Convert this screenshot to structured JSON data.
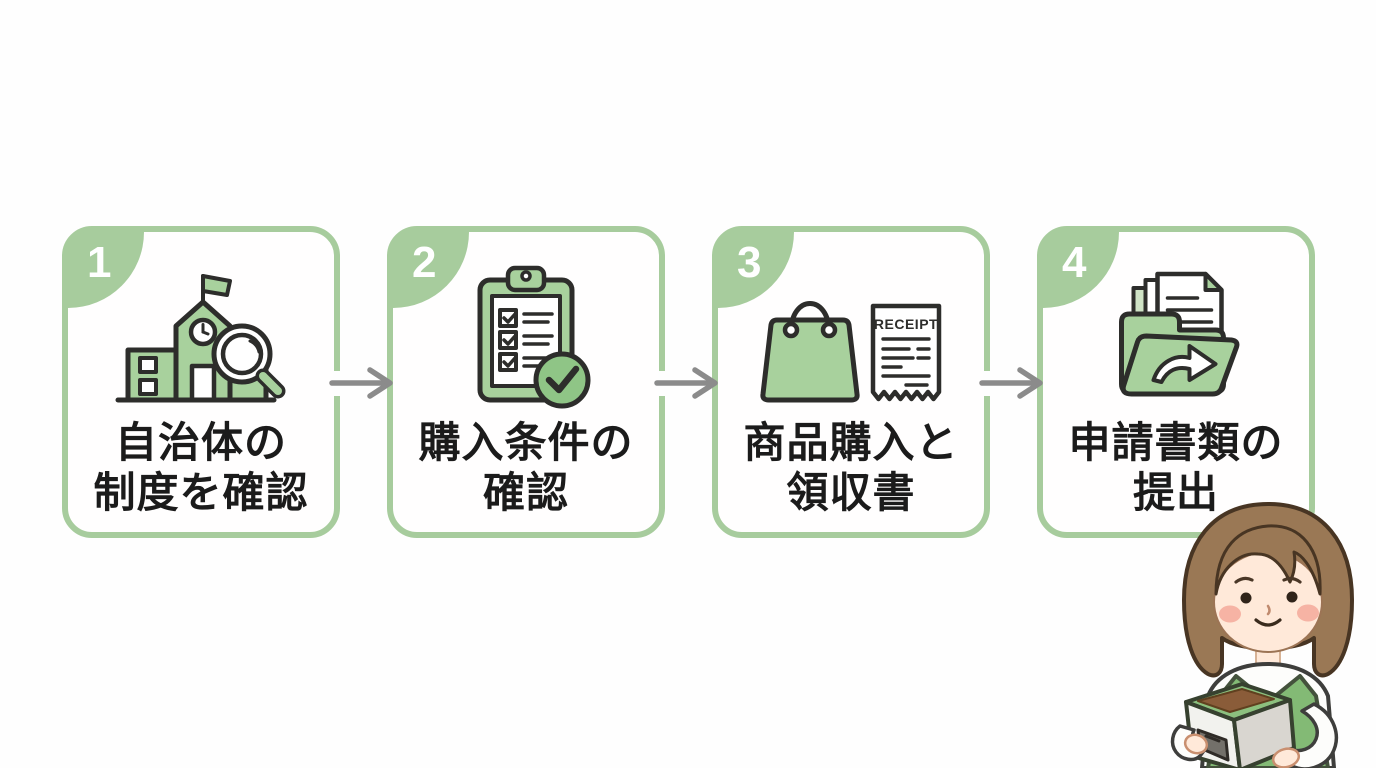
{
  "colors": {
    "background": "#fefefe",
    "card_border": "#a7cc9d",
    "badge_green": "#a7cc9d",
    "badge_number": "#ffffff",
    "icon_green": "#a8d19d",
    "icon_green_dark": "#8fc586",
    "icon_outline": "#2d2d2b",
    "arrow_gray": "#8b8b8b",
    "text_dark": "#1b1b1b",
    "hair_brown": "#9a7855",
    "hair_outline": "#483523",
    "skin": "#ffe9d9",
    "cheek_pink": "#f6b3a4",
    "apron_green": "#83ba75",
    "shirt_white": "#fdfdfb",
    "bin_light": "#f2f2ee",
    "bin_side_gray": "#d9d6d0",
    "bin_rim_green": "#8cc07e",
    "bin_drawer_gray": "#73706a",
    "compost_brown": "#8a5c39"
  },
  "steps": [
    {
      "number": "1",
      "label_line1": "自治体の",
      "label_line2": "制度を確認",
      "icon": "building-magnifier-icon"
    },
    {
      "number": "2",
      "label_line1": "購入条件の",
      "label_line2": "確認",
      "icon": "clipboard-checklist-icon"
    },
    {
      "number": "3",
      "label_line1": "商品購入と",
      "label_line2": "領収書",
      "icon": "shopping-bag-receipt-icon",
      "receipt_label": "RECEIPT"
    },
    {
      "number": "4",
      "label_line1": "申請書類の",
      "label_line2": "提出",
      "icon": "folder-submit-icon"
    }
  ],
  "illustration": {
    "name": "woman-holding-compost-bin"
  }
}
